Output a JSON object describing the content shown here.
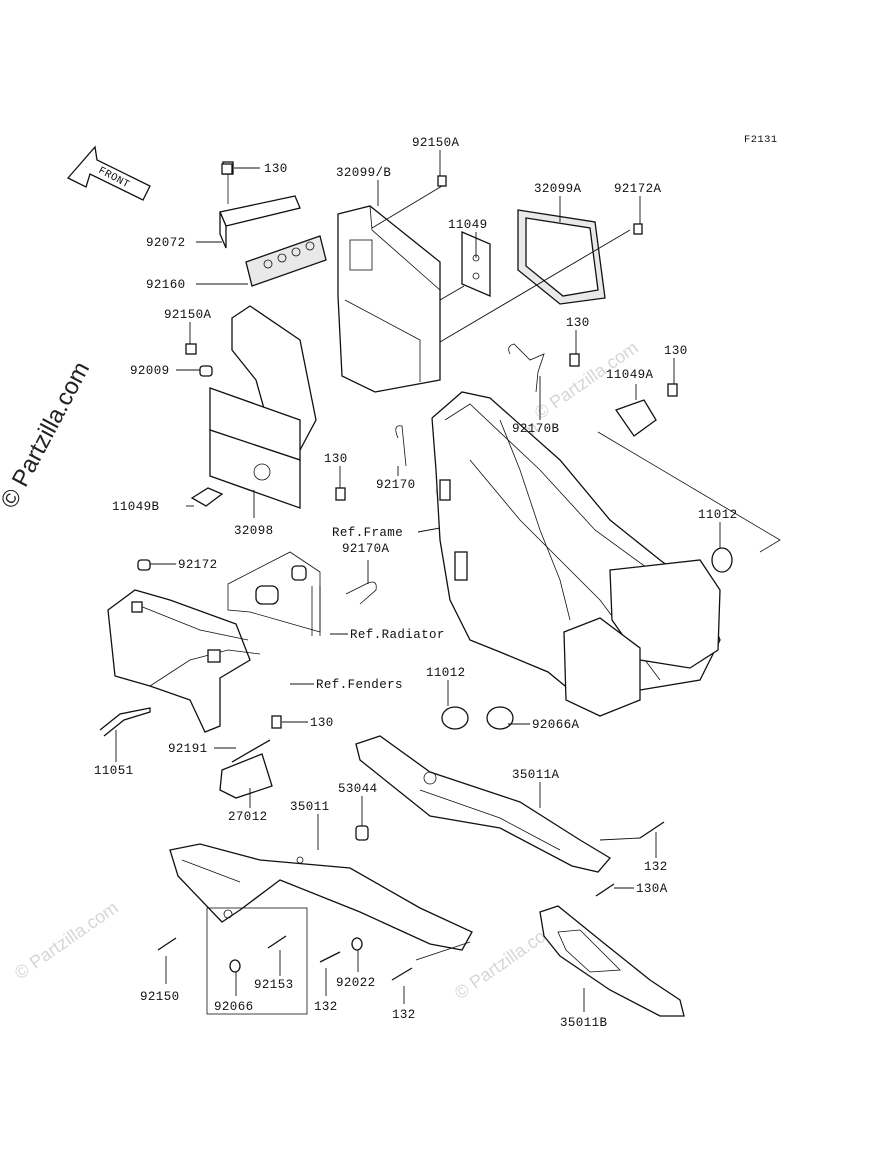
{
  "figure_id": "F2131",
  "front_arrow_label": "FRONT",
  "watermark": "© Partzilla.com",
  "labels": {
    "l92150A_top": "92150A",
    "l130_a": "130",
    "l32099B": "32099/B",
    "l32099A": "32099A",
    "l92172A": "92172A",
    "l11049": "11049",
    "l92072": "92072",
    "l92160": "92160",
    "l92150A_mid": "92150A",
    "l92009": "92009",
    "l130_b": "130",
    "l11049A": "11049A",
    "l130_c": "130",
    "l92170B": "92170B",
    "l130_d": "130",
    "l92170": "92170",
    "l11049B": "11049B",
    "l32098": "32098",
    "lRefFrame": "Ref.Frame",
    "l92170A": "92170A",
    "l11012_a": "11012",
    "l92172": "92172",
    "lRefRadiator": "Ref.Radiator",
    "lRefFenders": "Ref.Fenders",
    "l11012_b": "11012",
    "l92066A": "92066A",
    "l130_e": "130",
    "l11051": "11051",
    "l92191": "92191",
    "l35011A": "35011A",
    "l27012": "27012",
    "l35011": "35011",
    "l53044": "53044",
    "l132_a": "132",
    "l130A": "130A",
    "l92150": "92150",
    "l92153": "92153",
    "l92066": "92066",
    "l132_b": "132",
    "l92022": "92022",
    "l132_c": "132",
    "l35011B": "35011B"
  }
}
